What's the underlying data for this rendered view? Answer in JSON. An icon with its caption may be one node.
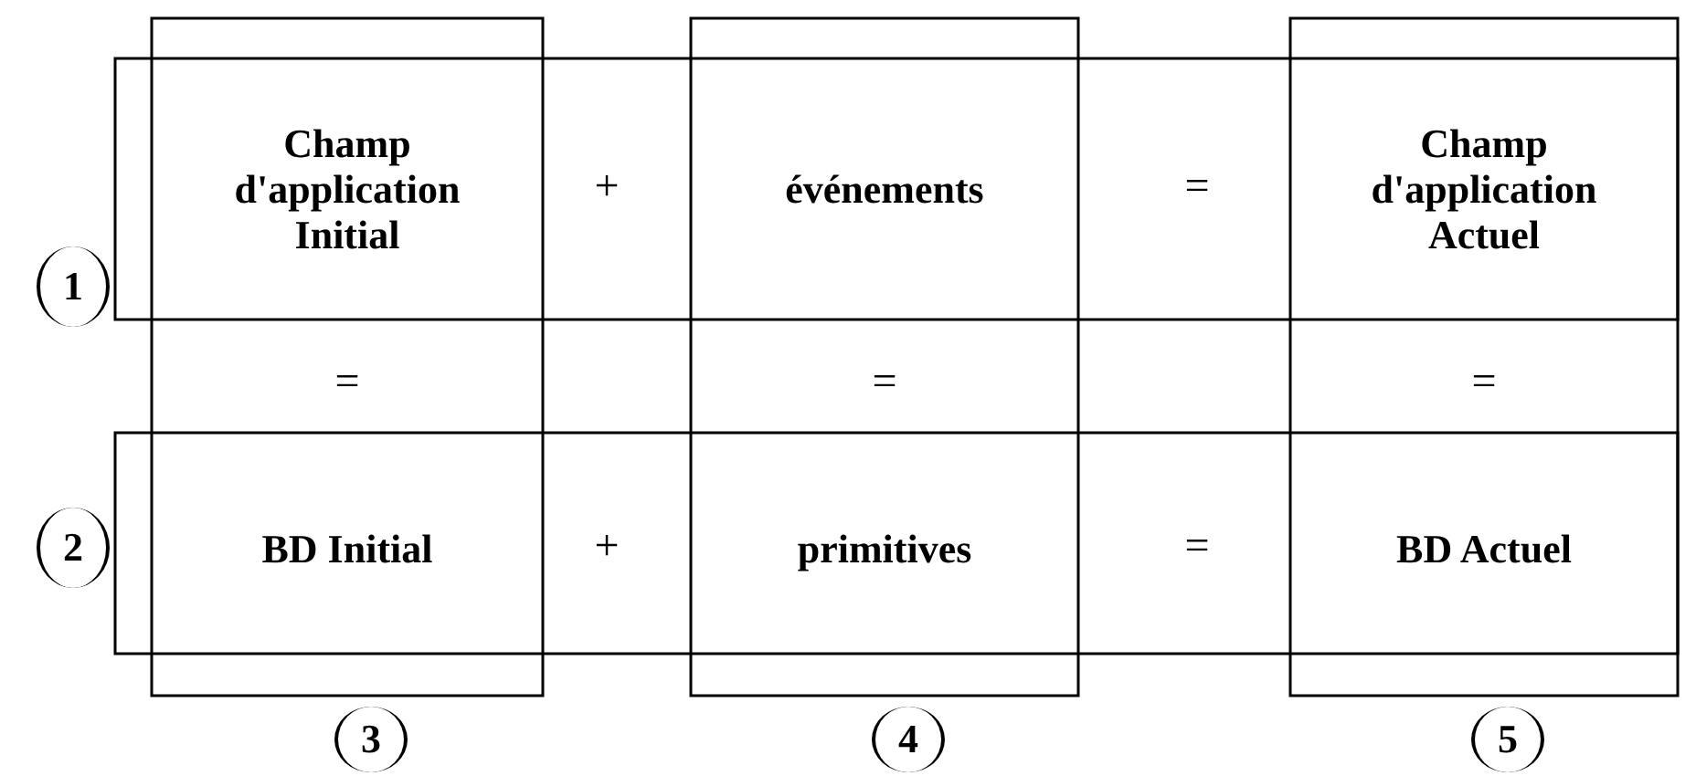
{
  "diagram": {
    "nodes": [
      {
        "text": [
          "1"
        ]
      },
      {
        "text": [
          "Champ d'application Initial"
        ]
      },
      {
        "text": [
          "événements"
        ]
      },
      {
        "text": [
          "Champ d'application Actuel"
        ]
      },
      {
        "text": [
          "2"
        ]
      },
      {
        "text": [
          "BD Initial"
        ]
      },
      {
        "text": [
          "primitives"
        ]
      },
      {
        "text": [
          "BD Actuel"
        ]
      },
      {
        "text": [
          "3"
        ]
      },
      {
        "text": [
          "4"
        ]
      },
      {
        "text": [
          "5"
        ]
      }
    ],
    "labels": [
      "+",
      "=",
      "=",
      "=",
      "=",
      "+",
      "="
    ]
  }
}
